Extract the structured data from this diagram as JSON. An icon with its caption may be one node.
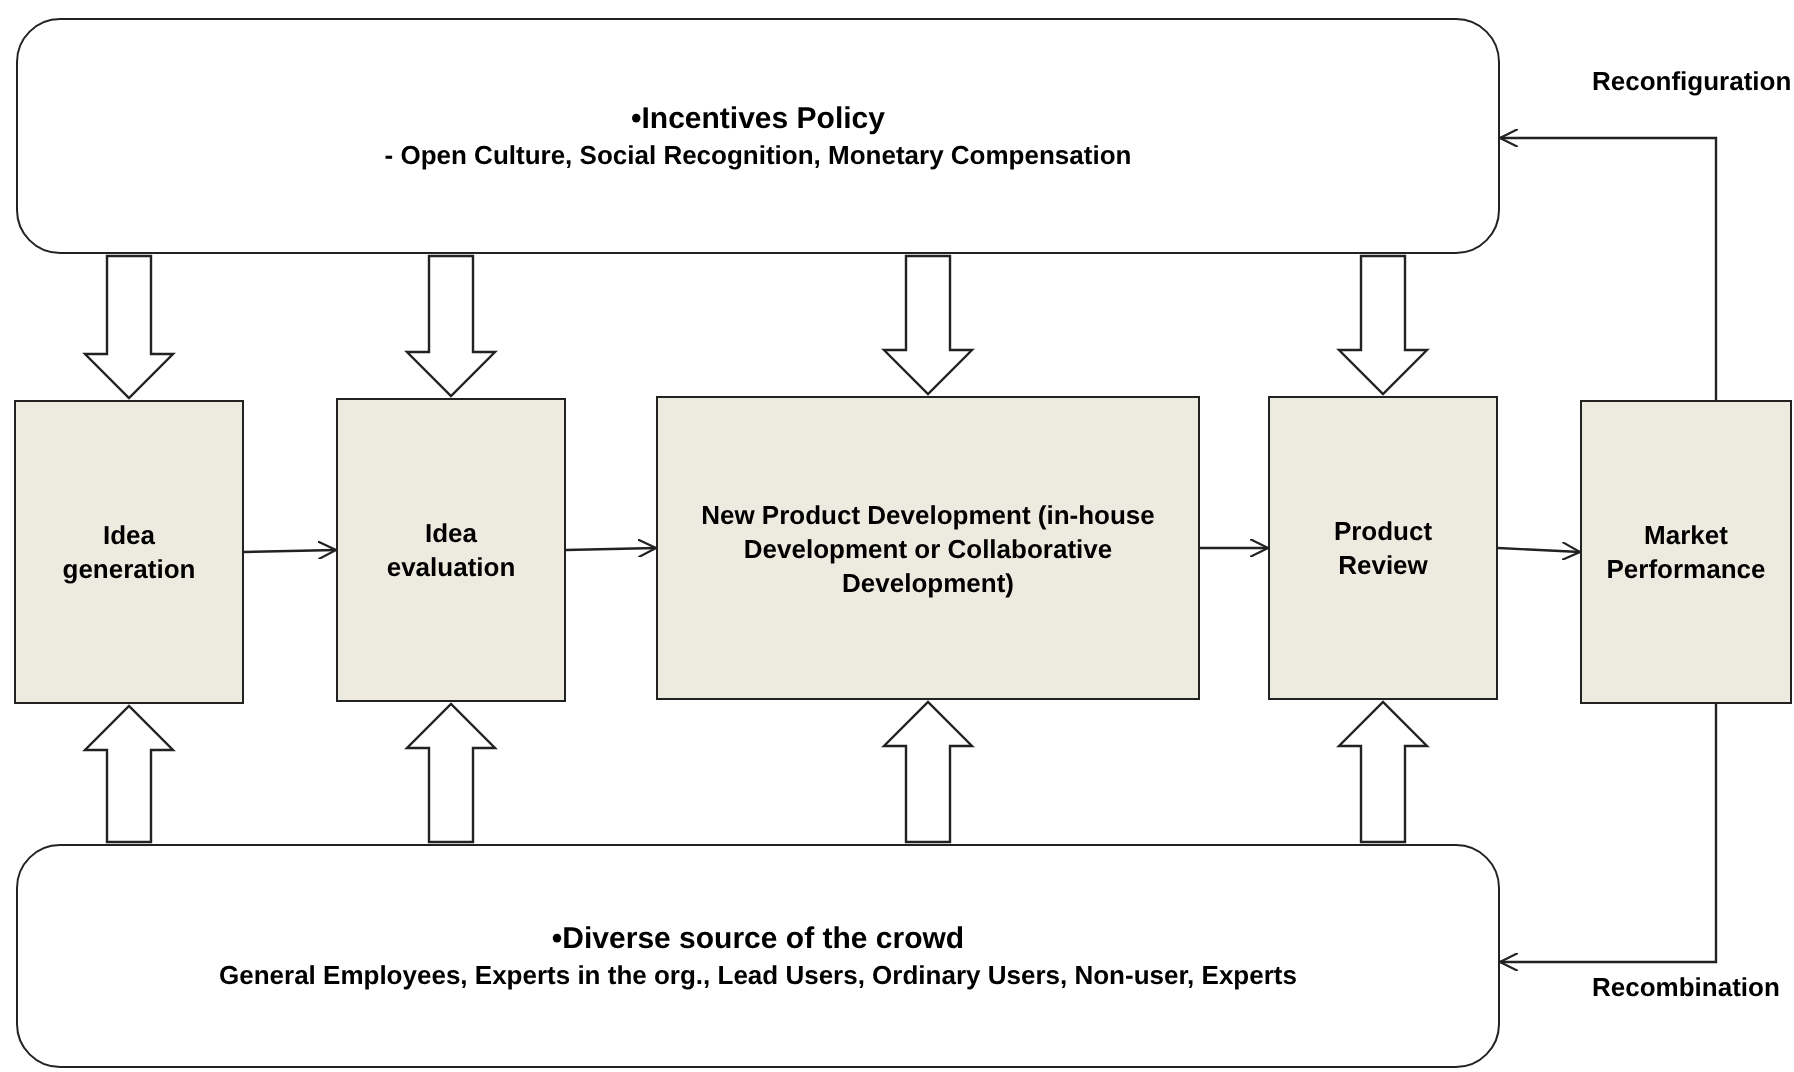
{
  "diagram": {
    "nodes": [
      {
        "text": [
          "•Incentives Policy",
          "- Open Culture, Social Recognition, Monetary Compensation"
        ]
      },
      {
        "text": [
          "Idea generation"
        ]
      },
      {
        "text": [
          "Idea evaluation"
        ]
      },
      {
        "text": [
          "New Product Development (in-house Development or Collaborative Development)"
        ]
      },
      {
        "text": [
          "Product Review"
        ]
      },
      {
        "text": [
          "Market Performance"
        ]
      },
      {
        "text": [
          "•Diverse source of the crowd",
          "General Employees, Experts in the org., Lead Users, Ordinary Users, Non-user, Experts"
        ]
      }
    ],
    "edges": [
      {
        "from": 1,
        "to": 2,
        "arrow": "to"
      },
      {
        "from": 2,
        "to": 3,
        "arrow": "to"
      },
      {
        "from": 3,
        "to": 4,
        "arrow": "to"
      },
      {
        "from": 4,
        "to": 5,
        "arrow": "to"
      },
      {
        "from": 5,
        "to": 0,
        "arrow": "to",
        "label": "Reconfiguration"
      },
      {
        "from": 5,
        "to": 6,
        "arrow": "to",
        "label": "Recombination"
      },
      {
        "from": 0,
        "to": 1,
        "arrow": "to",
        "style": "thick"
      },
      {
        "from": 0,
        "to": 2,
        "arrow": "to",
        "style": "thick"
      },
      {
        "from": 0,
        "to": 3,
        "arrow": "to",
        "style": "thick"
      },
      {
        "from": 0,
        "to": 4,
        "arrow": "to",
        "style": "thick"
      },
      {
        "from": 6,
        "to": 1,
        "arrow": "to",
        "style": "thick"
      },
      {
        "from": 6,
        "to": 2,
        "arrow": "to",
        "style": "thick"
      },
      {
        "from": 6,
        "to": 3,
        "arrow": "to",
        "style": "thick"
      },
      {
        "from": 6,
        "to": 4,
        "arrow": "to",
        "style": "thick"
      }
    ]
  }
}
